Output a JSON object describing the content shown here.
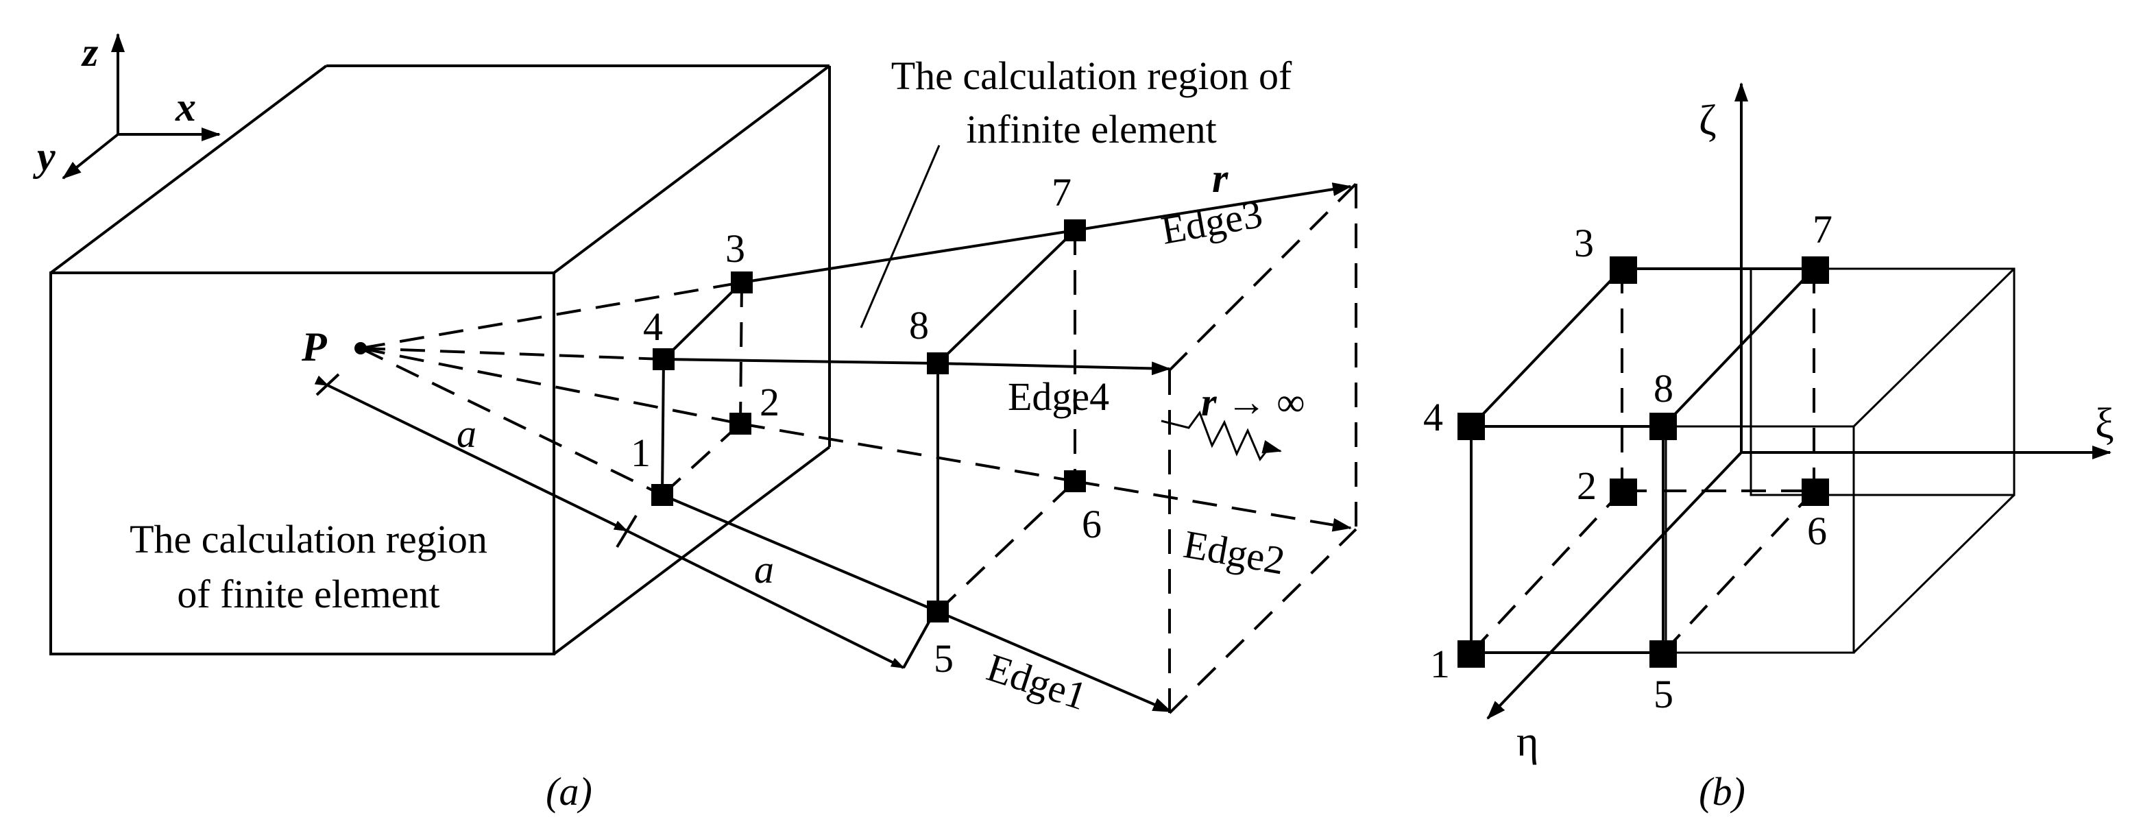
{
  "panel_a": {
    "axes": {
      "z": "z",
      "x": "x",
      "y": "y"
    },
    "point_label": "P",
    "finite_region_label": [
      "The calculation region",
      "of finite element"
    ],
    "infinite_region_label": [
      "The calculation region of",
      "infinite element"
    ],
    "distance_label_1": "a",
    "distance_label_2": "a",
    "radial_label": "r",
    "infinity_label": "r → ∞",
    "edges": [
      "Edge1",
      "Edge2",
      "Edge3",
      "Edge4"
    ],
    "node_labels": [
      "1",
      "2",
      "3",
      "4",
      "5",
      "6",
      "7",
      "8"
    ],
    "caption": "(a)"
  },
  "panel_b": {
    "axes": {
      "xi": "ξ",
      "eta": "η",
      "zeta": "ζ"
    },
    "node_labels": [
      "1",
      "2",
      "3",
      "4",
      "5",
      "6",
      "7",
      "8"
    ],
    "caption": "(b)"
  }
}
